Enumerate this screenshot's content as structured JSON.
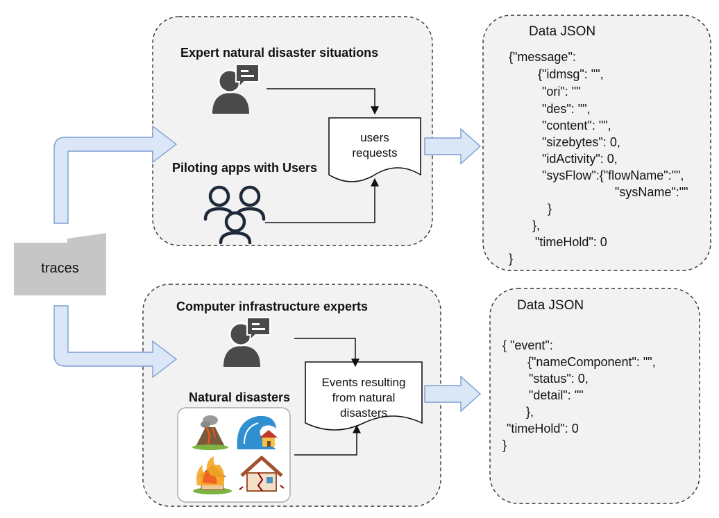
{
  "folder": {
    "label": "traces"
  },
  "top_panel": {
    "expert_heading": "Expert natural disaster situations",
    "users_heading": "Piloting apps with Users",
    "document_label": [
      "users",
      "requests"
    ]
  },
  "bottom_panel": {
    "expert_heading": "Computer infrastructure experts",
    "disasters_heading": "Natural disasters",
    "document_label": [
      "Events resulting",
      "from natural",
      "disasters"
    ]
  },
  "json_top": {
    "title": "Data JSON",
    "lines": [
      "{\"message\":",
      "{\"idmsg\": \"\",",
      "\"ori\": \"\"",
      "\"des\": \"\",",
      "\"content\": \"\",",
      "\"sizebytes\": 0,",
      "\"idActivity\": 0,",
      "\"sysFlow\":{\"flowName\":\"\",",
      "\"sysName\":\"\"",
      "}",
      "},",
      "\"timeHold\": 0",
      "}"
    ]
  },
  "json_bottom": {
    "title": "Data JSON",
    "lines": [
      "{ \"event\":",
      "{\"nameComponent\": \"\",",
      "\"status\": 0,",
      "\"detail\": \"\"",
      "},",
      "\"timeHold\": 0",
      "}"
    ]
  },
  "icons": {
    "expert": "person-with-speech-bubble-icon",
    "users": "group-of-users-icon",
    "disasters": [
      "volcano-icon",
      "tsunami-wave-icon",
      "burning-house-icon",
      "earthquake-cracked-house-icon"
    ]
  },
  "colors": {
    "arrow_fill": "#dbe6f7",
    "arrow_stroke": "#7b9ed3",
    "panel_fill": "#f2f2f2",
    "folder": "#c6c6c6",
    "icon_dark": "#4a4a4a",
    "users_icon": "#1e2a3a"
  }
}
